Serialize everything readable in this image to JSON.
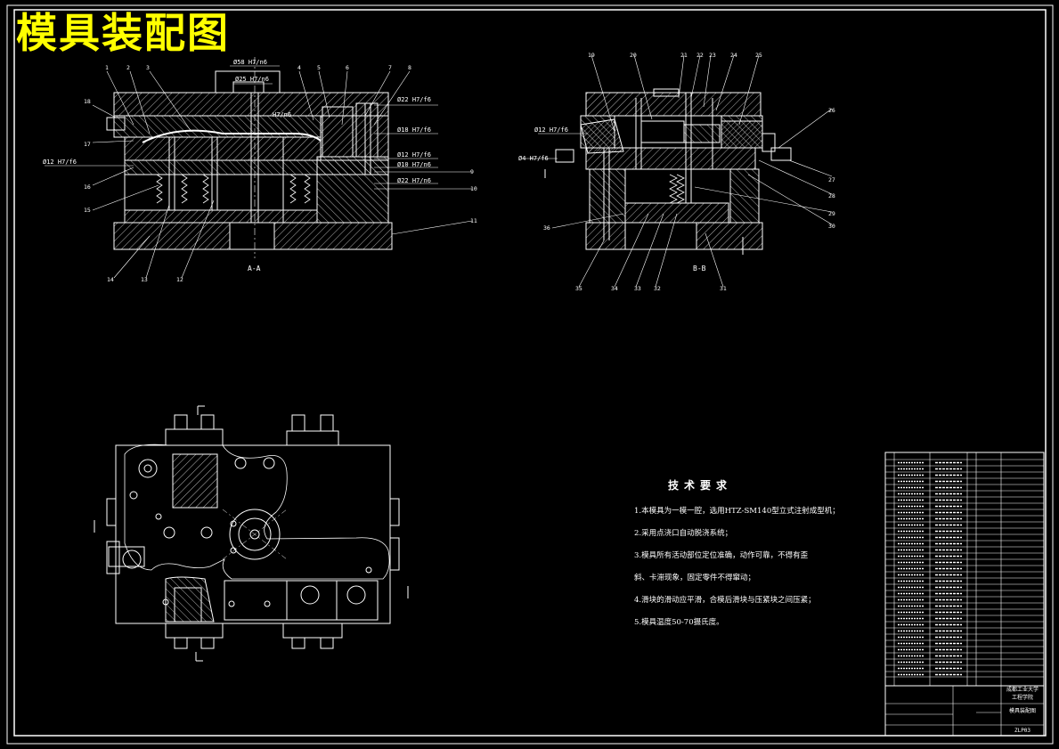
{
  "title": "模具装配图",
  "views": {
    "section_a": "A-A",
    "section_b": "B-B"
  },
  "tolerances": {
    "t1": "Ø58 H7/n6",
    "t2": "Ø25 H7/n6",
    "t3": "Ø22 H7/f6",
    "t4": "Ø18 H7/f6",
    "t5": "Ø12 H7/f6",
    "t6": "Ø10 H7/n6",
    "t7": "Ø22 H7/n6",
    "t8": "Ø12 H7/f6",
    "t9": "Ø12 H7/f6",
    "t10": "Ø4 H7/f6",
    "t11": "H7/n6"
  },
  "balloons_left": [
    "1",
    "2",
    "3",
    "4",
    "5",
    "6",
    "7",
    "8",
    "18",
    "17",
    "16",
    "15",
    "14",
    "13",
    "12",
    "9",
    "10",
    "11"
  ],
  "balloons_right": [
    "19",
    "20",
    "21",
    "22",
    "23",
    "24",
    "25",
    "26",
    "27",
    "28",
    "29",
    "30",
    "36",
    "35",
    "34",
    "33",
    "32",
    "31"
  ],
  "technical_requirements": {
    "heading": "技术要求",
    "items": [
      "1.本模具为一模一腔，选用HTZ-SM140型立式注射成型机；",
      "2.采用点浇口自动脱浇系统；",
      "3.模具所有活动部位定位准确，动作可靠，不得有歪",
      "斜、卡滞现象，固定零件不得窜动；",
      "4.滑块的滑动应平滑，合模后滑块与压紧块之间压紧；",
      "5.模具温度50-70摄氏度。"
    ]
  },
  "title_block": {
    "school": "成都工业大学",
    "dept": "工程学院",
    "drawing_name": "模具装配图",
    "drawing_no": "ZLP03"
  },
  "colors": {
    "background": "#000000",
    "lines": "#ffffff",
    "title": "#ffff00"
  }
}
